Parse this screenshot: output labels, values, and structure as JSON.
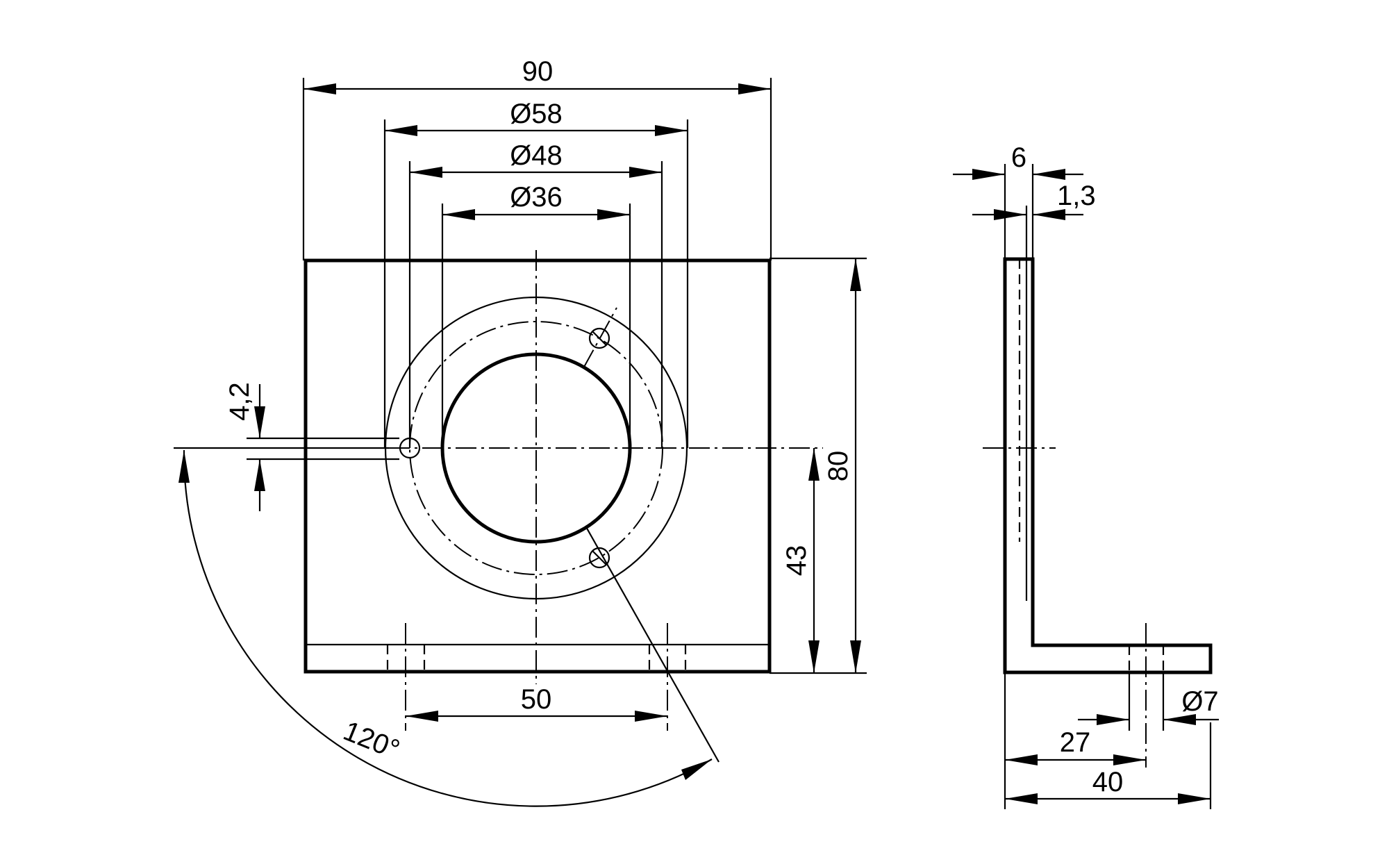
{
  "dimensions": {
    "width_overall": "90",
    "dia_58": "Ø58",
    "dia_48": "Ø48",
    "dia_36": "Ø36",
    "height_overall": "80",
    "center_height": "43",
    "slot_width": "4,2",
    "hole_spacing": "50",
    "angle": "120°",
    "thickness": "6",
    "recess": "1,3",
    "hole_dia": "Ø7",
    "hole_offset": "27",
    "base_depth": "40"
  }
}
